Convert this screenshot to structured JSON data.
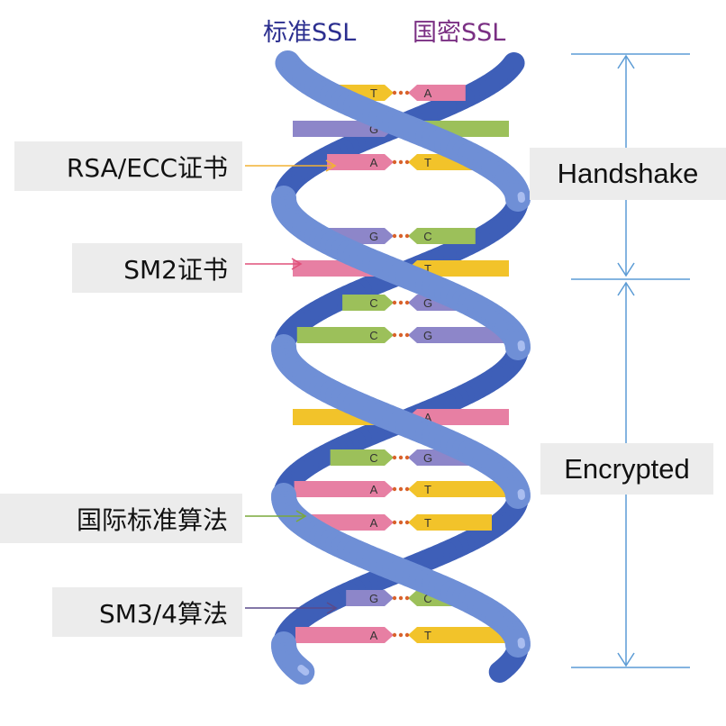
{
  "titles": {
    "standard": "标准SSL",
    "guomi": "国密SSL"
  },
  "labels": {
    "rsa_ecc": "RSA/ECC证书",
    "sm2": "SM2证书",
    "intl": "国际标准算法",
    "sm34": "SM3/4算法"
  },
  "phases": {
    "handshake": "Handshake",
    "encrypted": "Encrypted"
  },
  "rungs": [
    {
      "left": "T",
      "right": "A"
    },
    {
      "left": "G",
      "right": "C"
    },
    {
      "left": "A",
      "right": "T"
    },
    {
      "left": "G",
      "right": "C"
    },
    {
      "left": "A",
      "right": "T"
    },
    {
      "left": "C",
      "right": "G"
    },
    {
      "left": "C",
      "right": "G"
    },
    {
      "left": "T",
      "right": "A"
    },
    {
      "left": "C",
      "right": "G"
    },
    {
      "left": "A",
      "right": "T"
    },
    {
      "left": "A",
      "right": "T"
    },
    {
      "left": "G",
      "right": "C"
    },
    {
      "left": "A",
      "right": "T"
    }
  ],
  "colors": {
    "title_standard": "#2b2e8f",
    "title_guomi": "#7a2f83",
    "strand": "#6f8fd6",
    "strand_dark": "#3e5fb8",
    "base_T": "#f2c32a",
    "base_A": "#e77fa3",
    "base_G": "#8d86c9",
    "base_C": "#9cc05a",
    "arrow_rsa": "#f2b233",
    "arrow_sm2": "#e0507a",
    "arrow_intl": "#7aa83c",
    "arrow_sm34": "#5a4a8a",
    "bracket": "#5b9bd5"
  },
  "icons": [
    "helix-diagram",
    "dimension-arrow-icon",
    "pointer-arrow-icon"
  ]
}
